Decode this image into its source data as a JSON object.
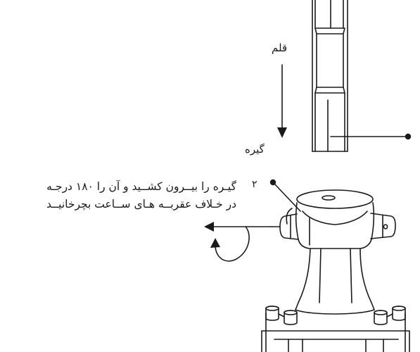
{
  "labels": {
    "pen": "قلم",
    "clamp": "گیره",
    "step_number": "۲",
    "instruction_line1": "گیـره را بیــرون کشــید و آن را ۱۸۰ درجـه",
    "instruction_line2": "در خـلاف عقربــه هـای ســاعت بچرخانیــد"
  },
  "colors": {
    "stroke": "#1a1a1a",
    "background": "#ffffff"
  }
}
